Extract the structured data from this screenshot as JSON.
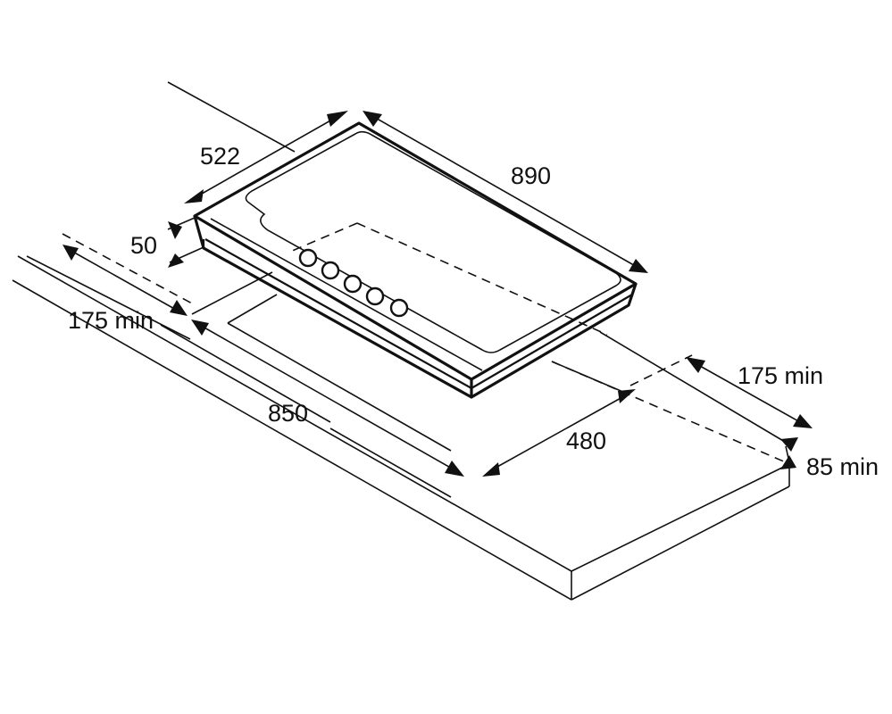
{
  "dimensions": {
    "hob_depth": "522",
    "hob_width": "890",
    "hob_height": "50",
    "left_clearance": "175 min",
    "cutout_width": "850",
    "cutout_depth": "480",
    "right_clearance": "175 min",
    "back_clearance": "85 min"
  },
  "hob": {
    "knob_count": 5
  }
}
